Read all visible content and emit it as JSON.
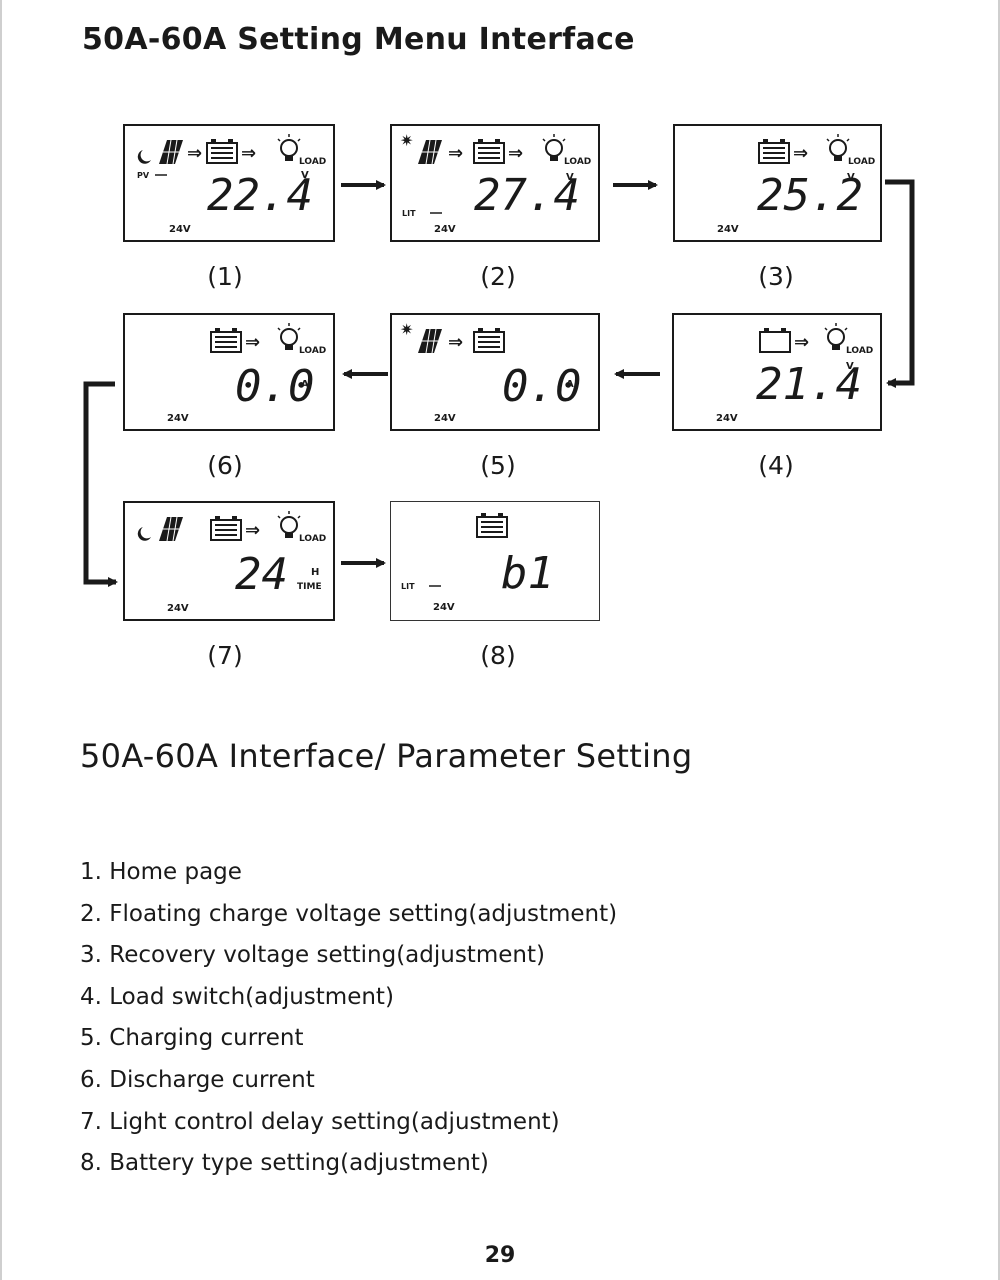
{
  "heading_menu": "50A-60A Setting Menu Interface",
  "heading_params": "50A-60A Interface/ Parameter Setting",
  "screens": [
    {
      "label": "(1)",
      "reading": "22.4",
      "unit": "V",
      "mode": "PV",
      "system": "24V",
      "load": "LOAD"
    },
    {
      "label": "(2)",
      "reading": "27.4",
      "unit": "V",
      "mode": "LIT",
      "system": "24V",
      "load": "LOAD"
    },
    {
      "label": "(3)",
      "reading": "25.2",
      "unit": "V",
      "system": "24V",
      "load": "LOAD"
    },
    {
      "label": "(4)",
      "reading": "21.4",
      "unit": "V",
      "system": "24V",
      "load": "LOAD"
    },
    {
      "label": "(5)",
      "reading": "0.0",
      "unit": "A",
      "system": "24V"
    },
    {
      "label": "(6)",
      "reading": "0.0",
      "unit": "A",
      "system": "24V",
      "load": "LOAD"
    },
    {
      "label": "(7)",
      "reading": "24",
      "unit": "H",
      "unit2": "TIME",
      "system": "24V",
      "load": "LOAD"
    },
    {
      "label": "(8)",
      "reading": "b1",
      "mode": "LIT",
      "system": "24V"
    }
  ],
  "items": [
    "1. Home page",
    "2. Floating charge voltage setting(adjustment)",
    "3. Recovery voltage setting(adjustment)",
    "4. Load switch(adjustment)",
    "5. Charging current",
    "6. Discharge current",
    "7. Light control delay setting(adjustment)",
    "8. Battery type setting(adjustment)"
  ],
  "page_number": "29"
}
